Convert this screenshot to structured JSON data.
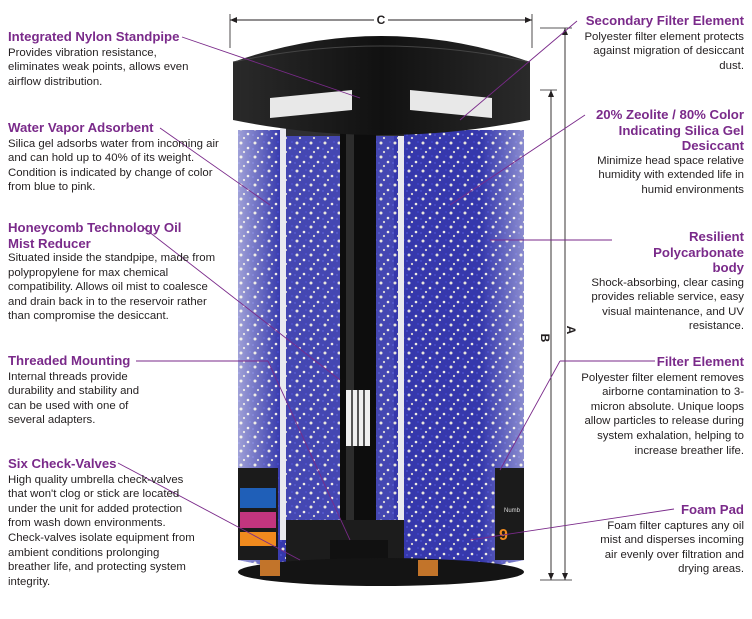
{
  "dimensions": {
    "c": "C",
    "a": "A",
    "b": "B"
  },
  "colors": {
    "title": "#7a2a8a",
    "leader": "#7a2a8a",
    "beads": "#2b2ea8",
    "housing": "#1a1a1a"
  },
  "left_callouts": [
    {
      "title": "Integrated Nylon Standpipe",
      "text": "Provides vibration resistance, eliminates weak points, allows even airflow distribution."
    },
    {
      "title": "Water Vapor Adsorbent",
      "text": "Silica gel adsorbs water from incoming air and can hold up to 40% of its weight.  Condition is indicated by change of color from blue to pink."
    },
    {
      "title": "Honeycomb Technology Oil Mist Reducer",
      "text": "Situated inside the standpipe, made from polypropylene for max chemical compatibility.  Allows oil mist to coalesce and drain back in to the reservoir rather than compromise the desiccant."
    },
    {
      "title": "Threaded Mounting",
      "text": "Internal threads provide durability and stability and can be used with one of several adapters."
    },
    {
      "title": "Six Check-Valves",
      "text": "High quality umbrella check-valves that won't clog or stick are located under the unit for added protection from wash down environments. Check-valves isolate equipment from ambient conditions prolonging breather life, and protecting system integrity."
    }
  ],
  "right_callouts": [
    {
      "title": "Secondary Filter Element",
      "text": "Polyester filter element protects against migration of desiccant dust."
    },
    {
      "title": "20% Zeolite / 80% Color Indicating Silica Gel Desiccant",
      "text": "Minimize head space relative humidity with extended life in humid environments"
    },
    {
      "title": "Resilient Polycarbonate body",
      "text": "Shock-absorbing, clear casing provides reliable service, easy visual maintenance, and UV resistance."
    },
    {
      "title": "Filter Element",
      "text": "Polyester filter element removes airborne contamination to 3-micron absolute. Unique loops allow particles to release during system exhalation, helping to increase breather life."
    },
    {
      "title": "Foam Pad",
      "text": "Foam filter captures any oil mist and disperses incoming air evenly over filtration and drying areas."
    }
  ],
  "label_texts": {
    "label_1": "Numb",
    "label_2": "9"
  }
}
